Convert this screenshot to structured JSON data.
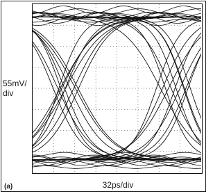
{
  "chart_data": {
    "type": "line",
    "title": "",
    "panel_label": "(a)",
    "ylabel_line1": "55mV/",
    "ylabel_line2": "div",
    "xlabel": "32ps/div",
    "grid": true,
    "grid_style": "dotted",
    "divisions": {
      "x": 8,
      "y": 8
    },
    "x_unit_per_div": "32ps",
    "y_unit_per_div": "55mV",
    "xlim": [
      0,
      8
    ],
    "ylim": [
      -4,
      4
    ],
    "eye_rails": {
      "high": 3.4,
      "low": -3.4
    },
    "eye_crossing_x": [
      1.6,
      6.7
    ],
    "trace_color": "#111111"
  }
}
